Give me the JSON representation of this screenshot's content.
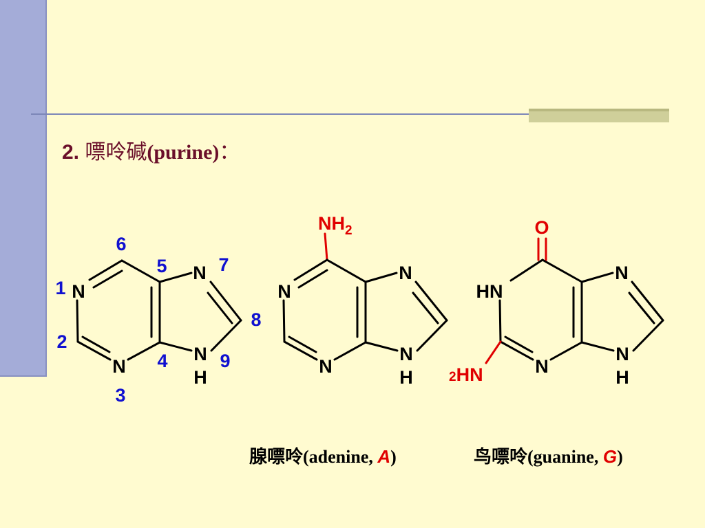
{
  "title": {
    "number": "2.",
    "cn": "嘌呤碱",
    "en": "(purine)",
    "suffix": "："
  },
  "purine": {
    "atoms": {
      "n1": "N",
      "n3": "N",
      "n7": "N",
      "n9": "N",
      "h9": "H"
    },
    "positions": [
      "1",
      "2",
      "3",
      "4",
      "5",
      "6",
      "7",
      "8",
      "9"
    ]
  },
  "adenine": {
    "substituent_main": "NH",
    "substituent_sub": "2",
    "atoms": {
      "n1": "N",
      "n3": "N",
      "n7": "N",
      "n9": "N",
      "h9": "H"
    },
    "caption": {
      "cn": "腺嘌呤",
      "open": "(adenine, ",
      "letter": "A",
      "close": ")"
    }
  },
  "guanine": {
    "oxygen": "O",
    "amino_sub": "2",
    "amino_main": "HN",
    "atoms": {
      "hn1": "HN",
      "n3": "N",
      "n7": "N",
      "n9": "N",
      "h9": "H"
    },
    "caption": {
      "cn": "鸟嘌呤",
      "open": "(guanine, ",
      "letter": "G",
      "close": ")"
    }
  },
  "colors": {
    "title": "#6b0f2a",
    "numbering": "#1010d0",
    "substituent": "#e00000",
    "bond": "#000000"
  }
}
